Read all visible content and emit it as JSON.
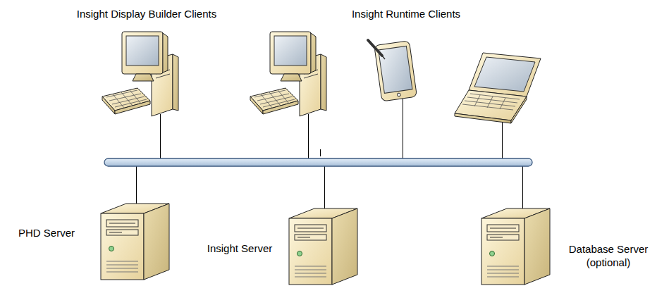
{
  "diagram": {
    "nodes": [
      {
        "text": [
          "PHD Server"
        ]
      },
      {
        "text": [
          "Insight Server"
        ]
      },
      {
        "text": [
          "Database Server (optional)"
        ]
      }
    ],
    "labels": [
      "Insight Display Builder Clients",
      "Insight Runtime Clients"
    ]
  }
}
